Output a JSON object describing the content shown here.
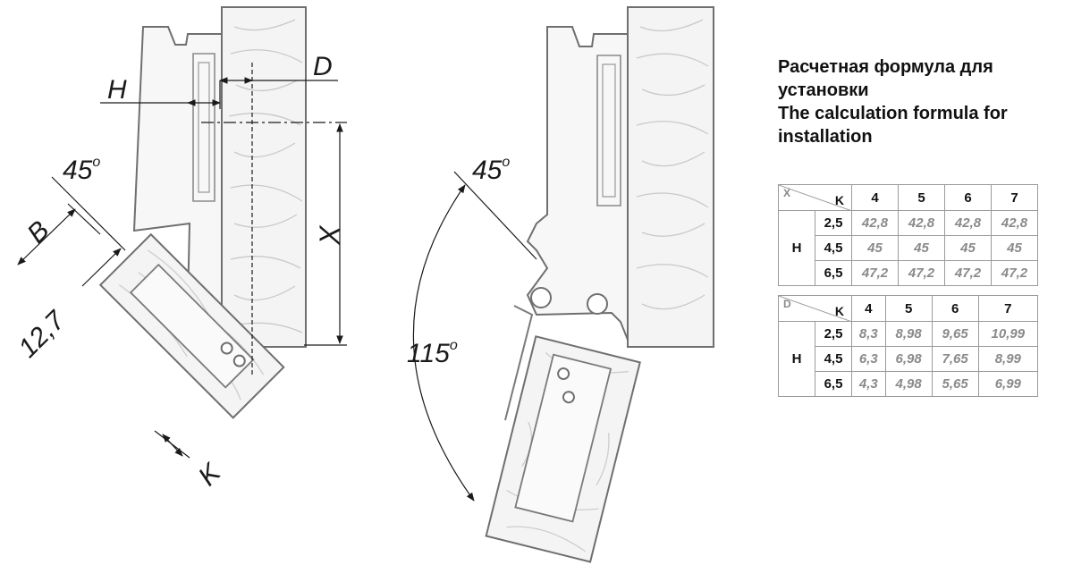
{
  "title": {
    "line1": "Расчетная формула для",
    "line2": "установки",
    "line3": "The calculation formula for",
    "line4": "installation"
  },
  "diagram_labels": {
    "H": "H",
    "D": "D",
    "X": "X",
    "B": "B",
    "K": "K",
    "dim_12_7": "12,7",
    "angle_45_left": "45",
    "angle_45_right": "45",
    "angle_115": "115",
    "degree": "o"
  },
  "table_x": {
    "corner_top": "X",
    "corner_k": "K",
    "columns": [
      "4",
      "5",
      "6",
      "7"
    ],
    "row_group": "H",
    "rows": [
      {
        "h": "2,5",
        "values": [
          "42,8",
          "42,8",
          "42,8",
          "42,8"
        ]
      },
      {
        "h": "4,5",
        "values": [
          "45",
          "45",
          "45",
          "45"
        ]
      },
      {
        "h": "6,5",
        "values": [
          "47,2",
          "47,2",
          "47,2",
          "47,2"
        ]
      }
    ]
  },
  "table_d": {
    "corner_top": "D",
    "corner_k": "K",
    "columns": [
      "4",
      "5",
      "6",
      "7"
    ],
    "row_group": "H",
    "rows": [
      {
        "h": "2,5",
        "values": [
          "8,3",
          "8,98",
          "9,65",
          "10,99"
        ]
      },
      {
        "h": "4,5",
        "values": [
          "6,3",
          "6,98",
          "7,65",
          "8,99"
        ]
      },
      {
        "h": "6,5",
        "values": [
          "4,3",
          "4,98",
          "5,65",
          "6,99"
        ]
      }
    ]
  }
}
